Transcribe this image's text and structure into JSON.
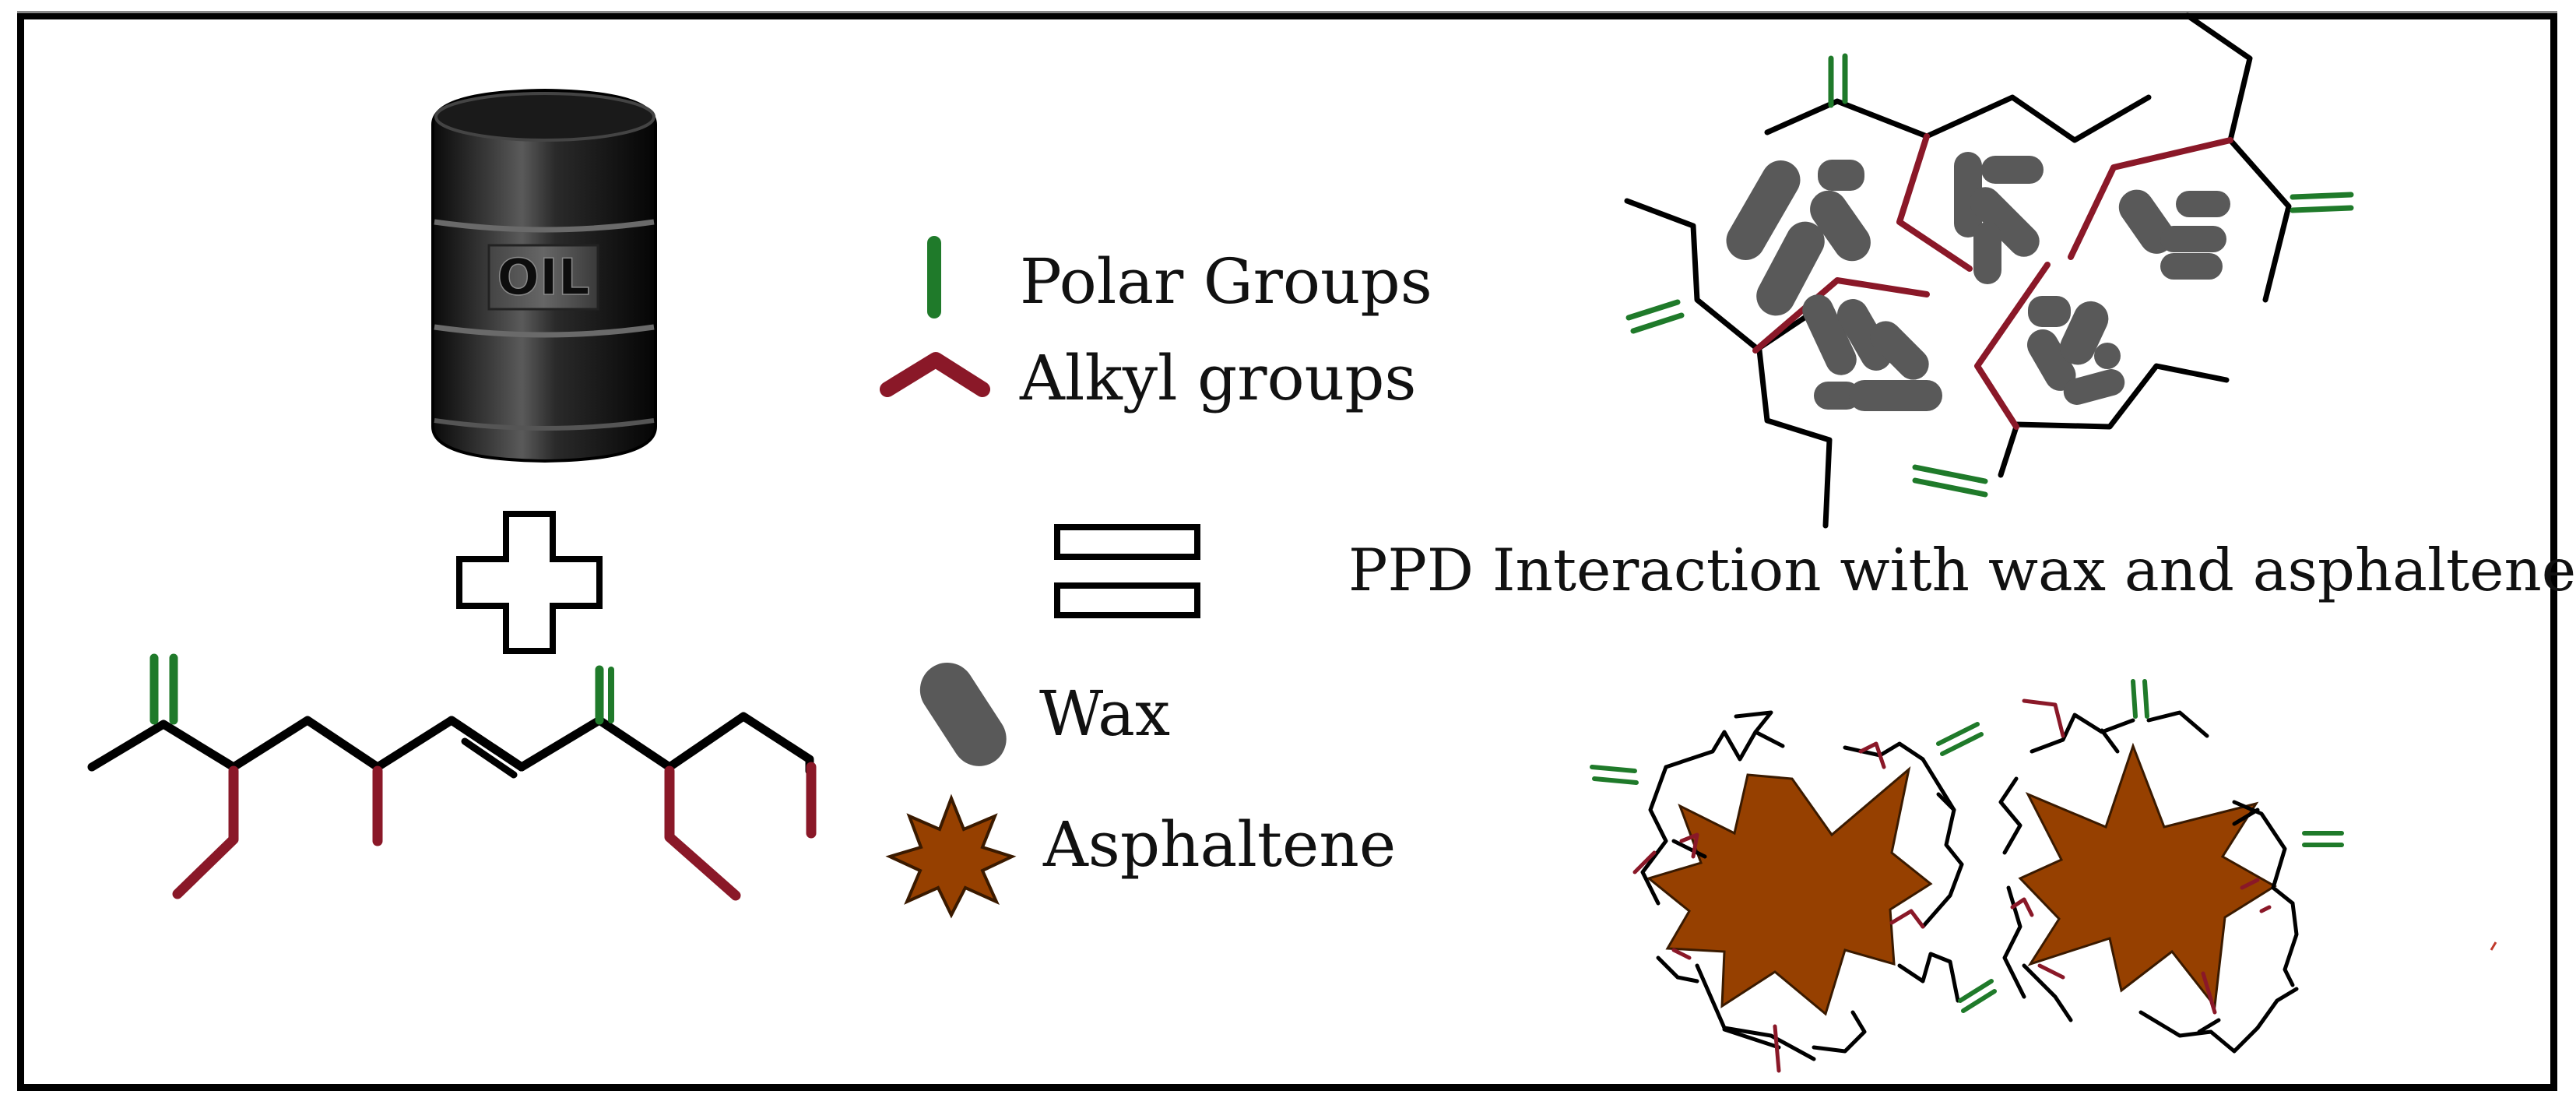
{
  "barrel": {
    "label": "OIL"
  },
  "legend": {
    "polar": "Polar Groups",
    "alkyl": "Alkyl groups",
    "wax": "Wax",
    "asphaltene": "Asphaltene"
  },
  "result": {
    "caption": "PPD Interaction with wax and asphaltene"
  },
  "colors": {
    "polar": "#1f7a2a",
    "alkyl": "#8a1828",
    "wax": "#595959",
    "asphaltene": "#964000",
    "chain": "#000000"
  }
}
